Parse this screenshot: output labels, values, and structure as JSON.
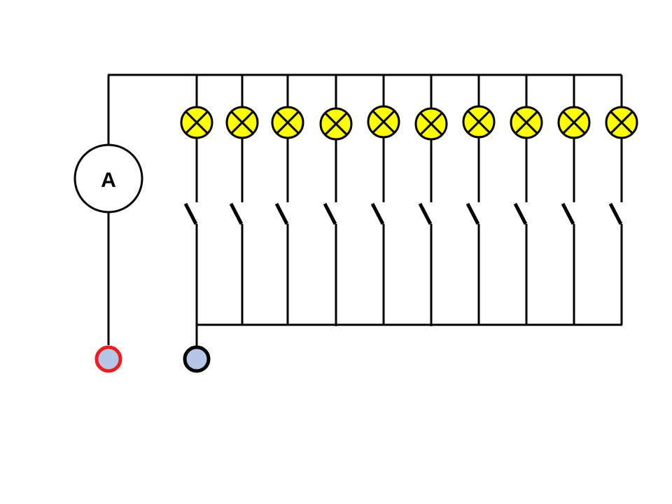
{
  "colors": {
    "wire": "#000000",
    "lamp_fill": "#ffff00",
    "ammeter_fill": "#ffffff",
    "terminal_positive_ring": "#ee1c1c",
    "terminal_negative_ring": "#000000",
    "terminal_center": "#b4c7e7"
  },
  "ammeter": {
    "label": "A"
  },
  "lamps": [
    {
      "id": 1,
      "icon": "lamp-icon"
    },
    {
      "id": 2,
      "icon": "lamp-icon"
    },
    {
      "id": 3,
      "icon": "lamp-icon"
    },
    {
      "id": 4,
      "icon": "lamp-icon"
    },
    {
      "id": 5,
      "icon": "lamp-icon"
    },
    {
      "id": 6,
      "icon": "lamp-icon"
    },
    {
      "id": 7,
      "icon": "lamp-icon"
    },
    {
      "id": 8,
      "icon": "lamp-icon"
    },
    {
      "id": 9,
      "icon": "lamp-icon"
    },
    {
      "id": 10,
      "icon": "lamp-icon"
    }
  ],
  "switches": [
    {
      "id": 1,
      "state": "open",
      "icon": "switch-icon"
    },
    {
      "id": 2,
      "state": "open",
      "icon": "switch-icon"
    },
    {
      "id": 3,
      "state": "open",
      "icon": "switch-icon"
    },
    {
      "id": 4,
      "state": "open",
      "icon": "switch-icon"
    },
    {
      "id": 5,
      "state": "open",
      "icon": "switch-icon"
    },
    {
      "id": 6,
      "state": "open",
      "icon": "switch-icon"
    },
    {
      "id": 7,
      "state": "open",
      "icon": "switch-icon"
    },
    {
      "id": 8,
      "state": "open",
      "icon": "switch-icon"
    },
    {
      "id": 9,
      "state": "open",
      "icon": "switch-icon"
    },
    {
      "id": 10,
      "state": "open",
      "icon": "switch-icon"
    }
  ],
  "terminals": [
    {
      "name": "positive",
      "icon": "terminal-icon"
    },
    {
      "name": "negative",
      "icon": "terminal-icon"
    }
  ]
}
